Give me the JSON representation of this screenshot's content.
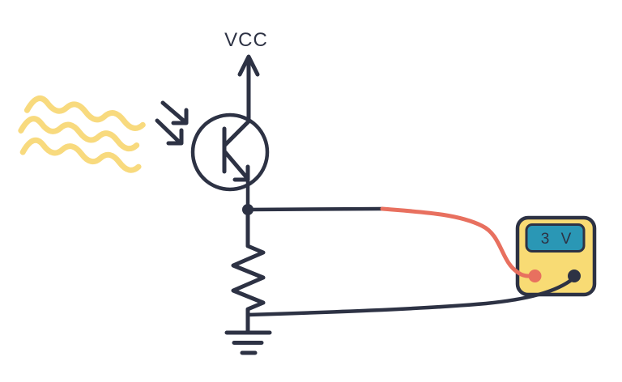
{
  "labels": {
    "supply": "VCC"
  },
  "multimeter": {
    "reading": "3 V"
  },
  "icons": {
    "light_rays": "three-yellow-wavy-lines",
    "incident_light": "two-diagonal-arrows-pointing-at-transistor",
    "vcc_arrow": "upward-open-arrow",
    "ground": "three-shrinking-horizontal-bars"
  },
  "colors": {
    "background": "#ffffff",
    "ink": "#2d3244",
    "light_yellow": "#f8da7e",
    "meter_yellow": "#f8db74",
    "display_teal": "#2a97b5",
    "probe_red": "#e8705f"
  }
}
